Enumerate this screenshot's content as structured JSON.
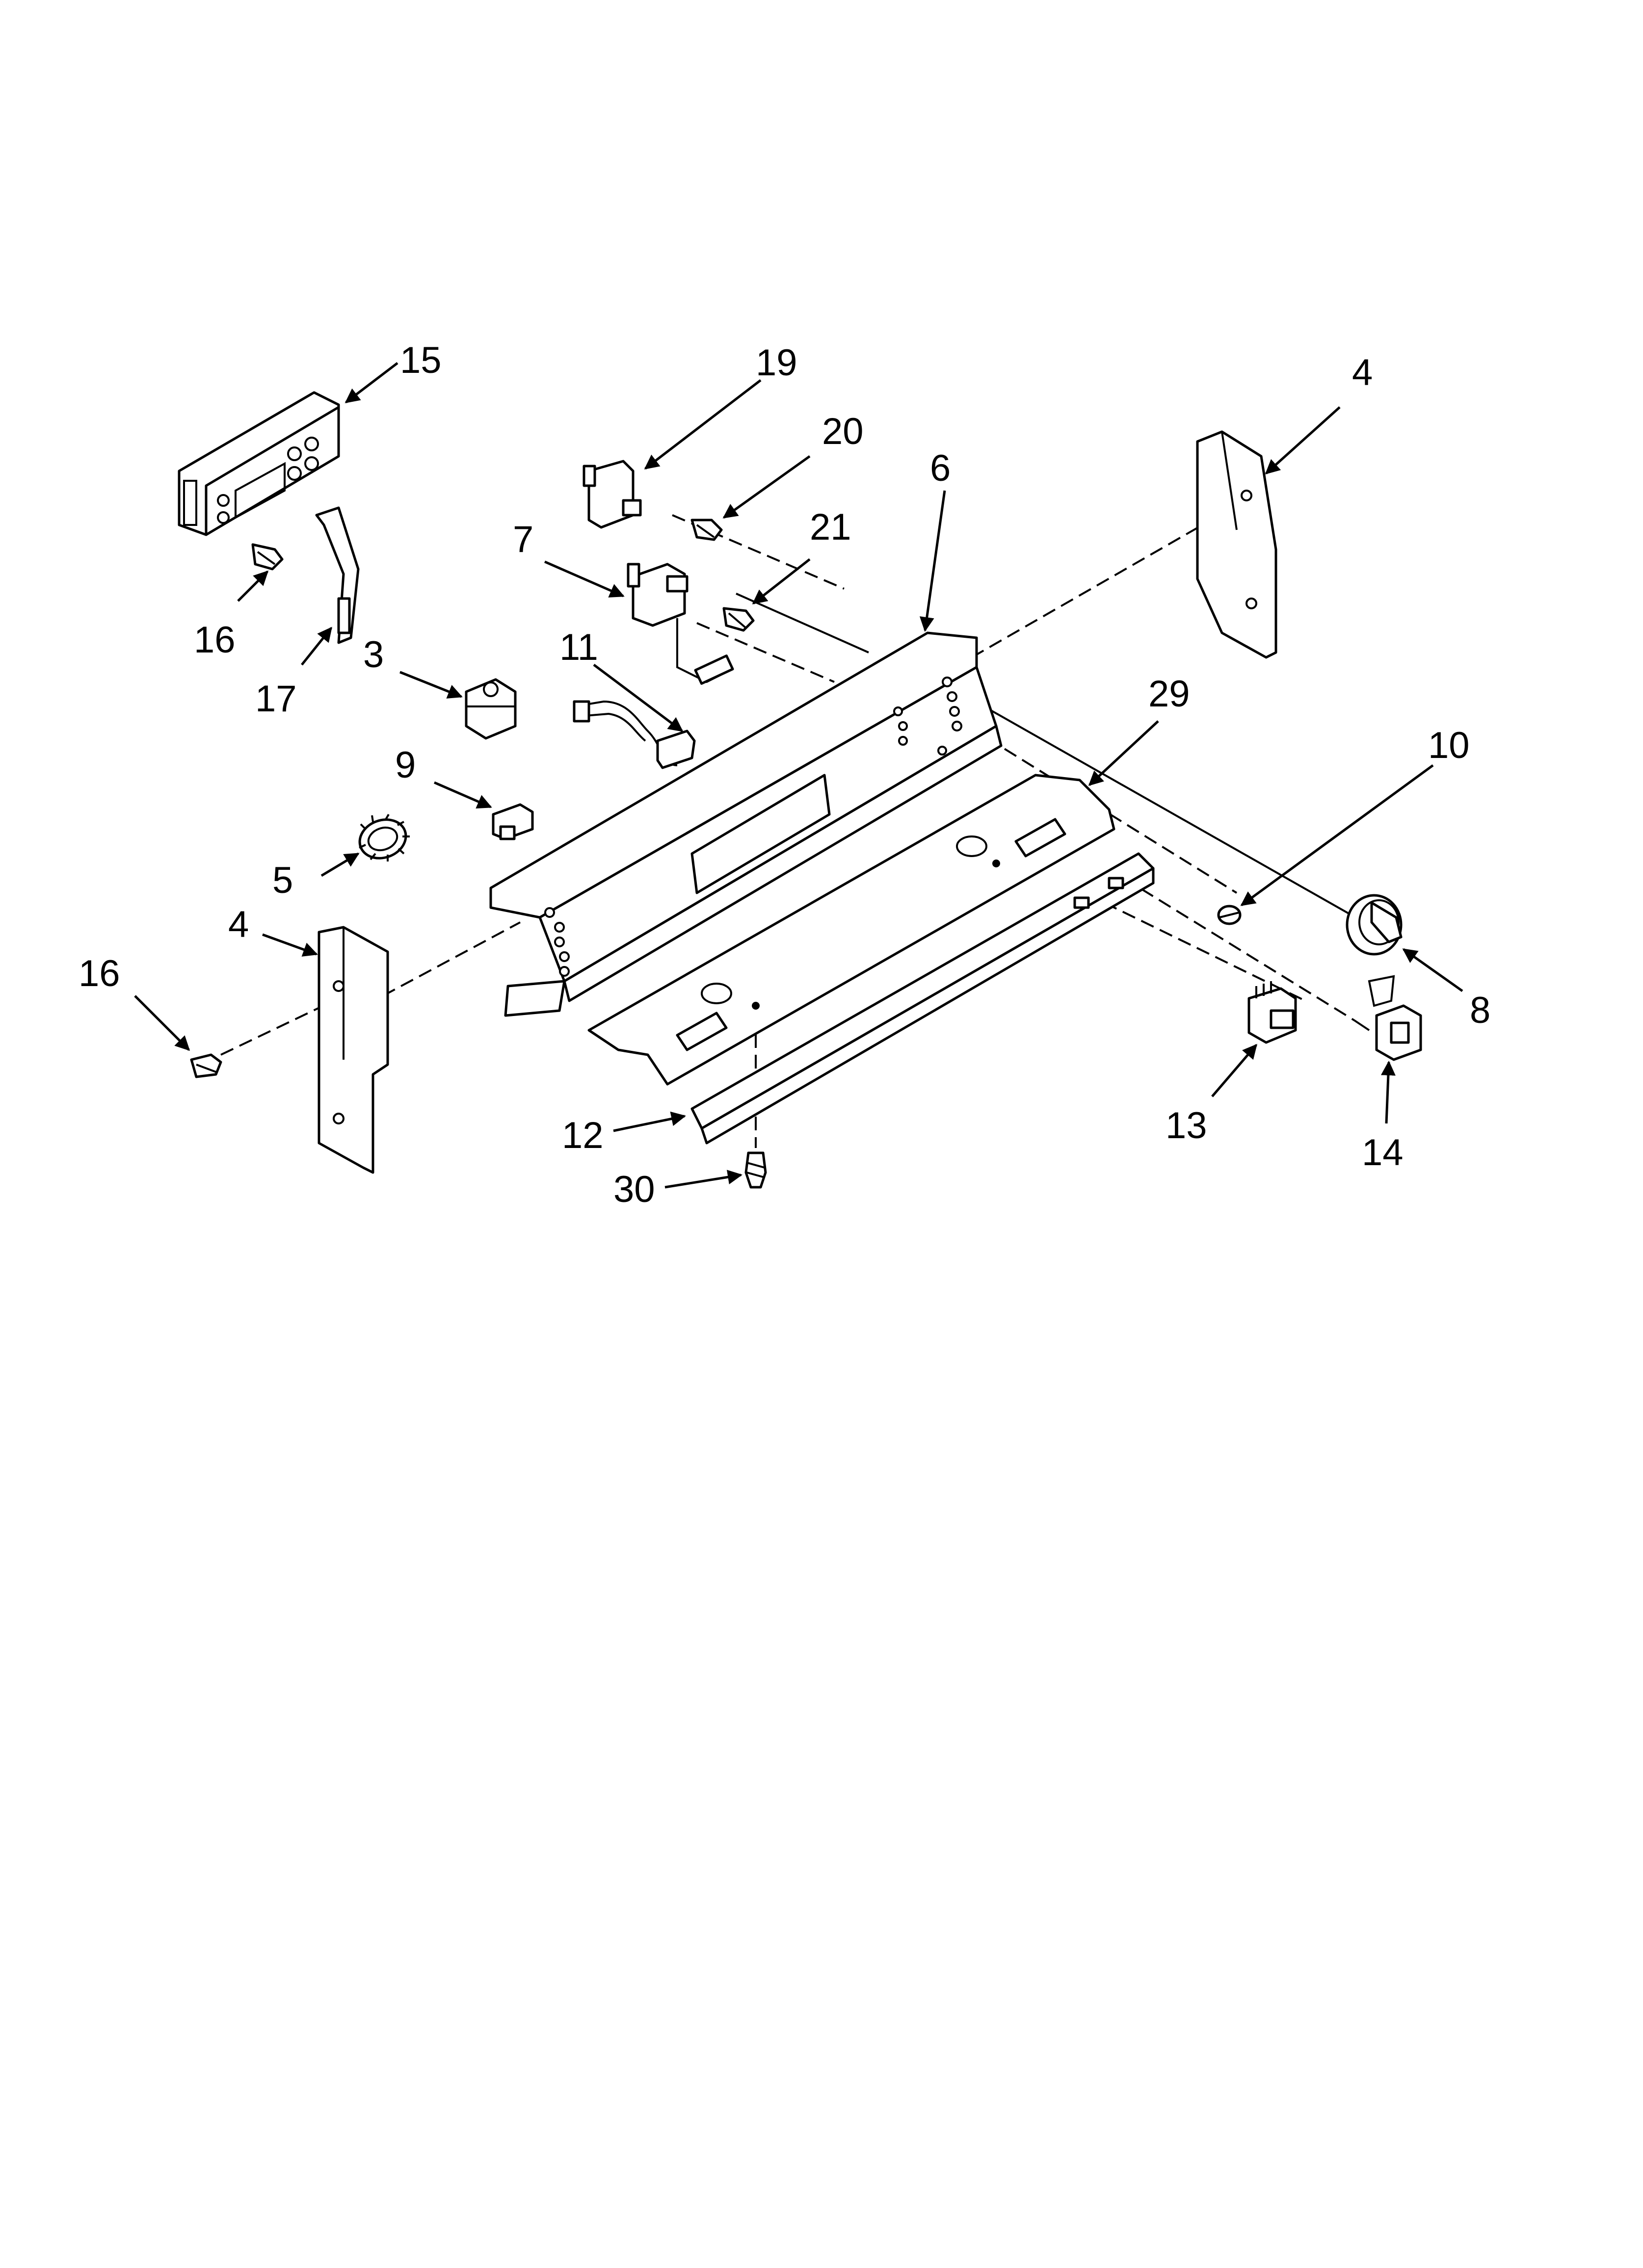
{
  "callouts": [
    {
      "id": "c15",
      "text": "15"
    },
    {
      "id": "c19",
      "text": "19"
    },
    {
      "id": "c20",
      "text": "20"
    },
    {
      "id": "c6",
      "text": "6"
    },
    {
      "id": "c4a",
      "text": "4"
    },
    {
      "id": "c7",
      "text": "7"
    },
    {
      "id": "c21",
      "text": "21"
    },
    {
      "id": "c16a",
      "text": "16"
    },
    {
      "id": "c17",
      "text": "17"
    },
    {
      "id": "c3",
      "text": "3"
    },
    {
      "id": "c11",
      "text": "11"
    },
    {
      "id": "c29",
      "text": "29"
    },
    {
      "id": "c10",
      "text": "10"
    },
    {
      "id": "c9",
      "text": "9"
    },
    {
      "id": "c5",
      "text": "5"
    },
    {
      "id": "c4b",
      "text": "4"
    },
    {
      "id": "c16b",
      "text": "16"
    },
    {
      "id": "c8",
      "text": "8"
    },
    {
      "id": "c12",
      "text": "12"
    },
    {
      "id": "c13",
      "text": "13"
    },
    {
      "id": "c14",
      "text": "14"
    },
    {
      "id": "c30",
      "text": "30"
    }
  ]
}
